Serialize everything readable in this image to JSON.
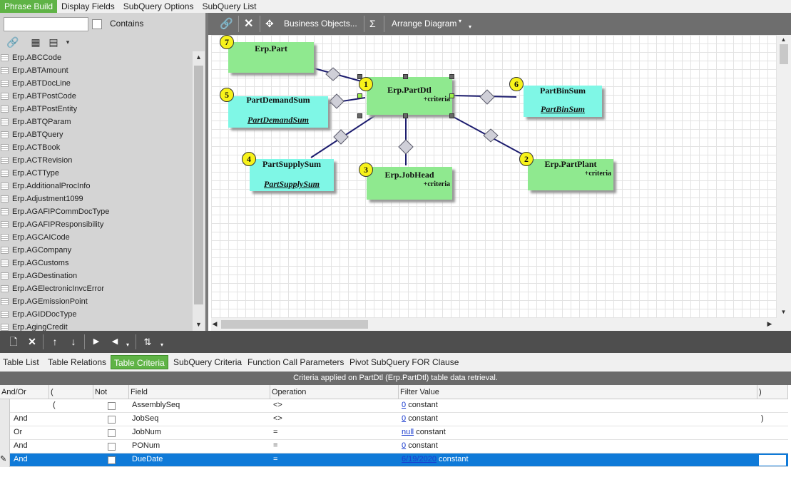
{
  "top_tabs": [
    "Phrase Build",
    "Display Fields",
    "SubQuery Options",
    "SubQuery List"
  ],
  "search": {
    "contains_label": "Contains",
    "value": ""
  },
  "table_list": [
    "Erp.ABCCode",
    "Erp.ABTAmount",
    "Erp.ABTDocLine",
    "Erp.ABTPostCode",
    "Erp.ABTPostEntity",
    "Erp.ABTQParam",
    "Erp.ABTQuery",
    "Erp.ACTBook",
    "Erp.ACTRevision",
    "Erp.ACTType",
    "Erp.AdditionalProcInfo",
    "Erp.Adjustment1099",
    "Erp.AGAFIPCommDocType",
    "Erp.AGAFIPResponsibility",
    "Erp.AGCAICode",
    "Erp.AGCompany",
    "Erp.AGCustoms",
    "Erp.AGDestination",
    "Erp.AGElectronicInvcError",
    "Erp.AGEmissionPoint",
    "Erp.AGIDDocType",
    "Erp.AgingCredit"
  ],
  "diagram_toolbar": {
    "business_objects": "Business Objects...",
    "sigma": "Σ",
    "arrange": "Arrange Diagram"
  },
  "nodes": {
    "part": {
      "badge": "7",
      "title": "Erp.Part",
      "criteria": "",
      "sub": ""
    },
    "partdtl": {
      "badge": "1",
      "title": "Erp.PartDtl",
      "criteria": "+criteria",
      "sub": ""
    },
    "partbinsum": {
      "badge": "6",
      "title": "PartBinSum",
      "criteria": "",
      "sub": "PartBinSum"
    },
    "partdemand": {
      "badge": "5",
      "title": "PartDemandSum",
      "criteria": "",
      "sub": "PartDemandSum"
    },
    "partsupply": {
      "badge": "4",
      "title": "PartSupplySum",
      "criteria": "",
      "sub": "PartSupplySum"
    },
    "jobhead": {
      "badge": "3",
      "title": "Erp.JobHead",
      "criteria": "+criteria",
      "sub": ""
    },
    "partplant": {
      "badge": "2",
      "title": "Erp.PartPlant",
      "criteria": "+criteria",
      "sub": ""
    }
  },
  "lower_tabs": [
    "Table List",
    "Table Relations",
    "Table Criteria",
    "SubQuery Criteria",
    "Function Call Parameters",
    "Pivot SubQuery FOR Clause"
  ],
  "criteria_caption": "Criteria applied on PartDtl (Erp.PartDtl)  table data retrieval.",
  "grid_headers": [
    "And/Or",
    "(",
    "Not",
    "Field",
    "Operation",
    "Filter Value",
    ")"
  ],
  "grid_rows": [
    {
      "andor": "",
      "lparen": "(",
      "field": "AssemblySeq",
      "op": "<>",
      "value": "0",
      "suffix": "constant",
      "rparen": ""
    },
    {
      "andor": "And",
      "lparen": "",
      "field": "JobSeq",
      "op": "<>",
      "value": "0",
      "suffix": "constant",
      "rparen": ")"
    },
    {
      "andor": "Or",
      "lparen": "",
      "field": "JobNum",
      "op": "=",
      "value": "null",
      "suffix": "constant",
      "rparen": ""
    },
    {
      "andor": "And",
      "lparen": "",
      "field": "PONum",
      "op": "=",
      "value": "0",
      "suffix": "constant",
      "rparen": ""
    },
    {
      "andor": "And",
      "lparen": "",
      "field": "DueDate",
      "op": "=",
      "value": "6/19/2020",
      "suffix": "constant",
      "rparen": ""
    }
  ]
}
